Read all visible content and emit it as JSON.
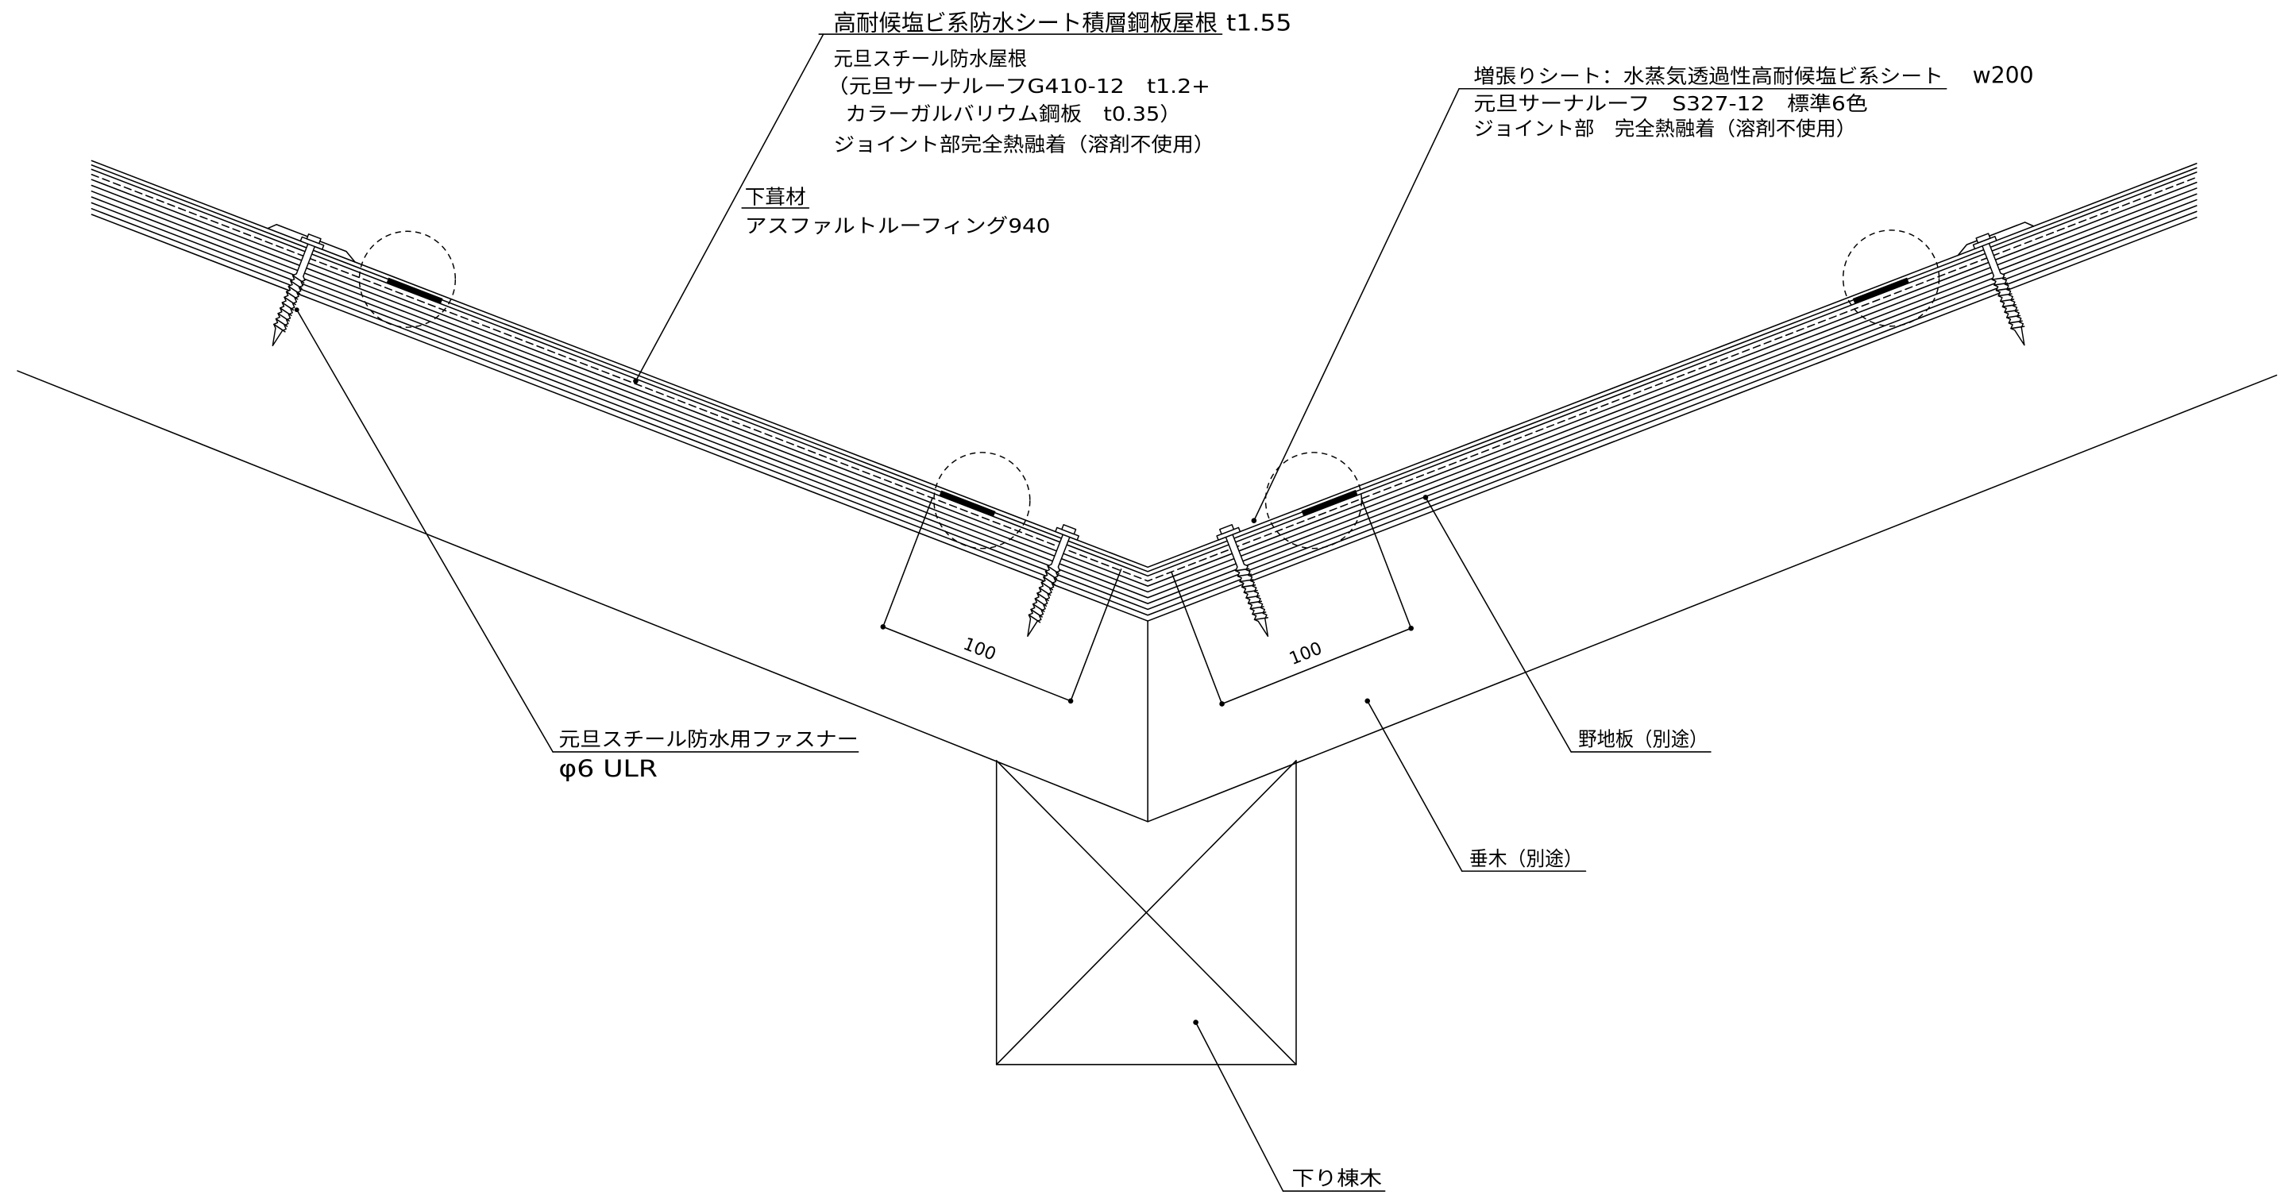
{
  "roofing": {
    "name": "高耐候塩ビ系防水シート積層鋼板屋根",
    "thickness": "t1.55",
    "spec_lines": [
      "元旦スチール防水屋根",
      "（元旦サーナルーフG410-12　t1.2+",
      "カラーガルバリウム鋼板　t0.35）",
      "ジョイント部完全熱融着（溶剤不使用）"
    ]
  },
  "underlay": {
    "heading": "下葺材",
    "product": "アスファルトルーフィング940"
  },
  "reinforcement_sheet": {
    "name": "増張りシート：水蒸気透過性高耐候塩ビ系シート",
    "width": "w200",
    "spec_lines": [
      "元旦サーナルーフ　S327-12　標準6色",
      "ジョイント部　完全熱融着（溶剤不使用）"
    ]
  },
  "fastener": {
    "name": "元旦スチール防水用ファスナー",
    "spec": "φ6 ULR"
  },
  "sheathing": {
    "label": "野地板（別途）"
  },
  "rafter": {
    "label": "垂木（別途）"
  },
  "hip_beam": {
    "label": "下り棟木"
  },
  "dimensions": {
    "left": "100",
    "right": "100"
  },
  "colors": {
    "line": "#000000",
    "background": "#ffffff"
  }
}
